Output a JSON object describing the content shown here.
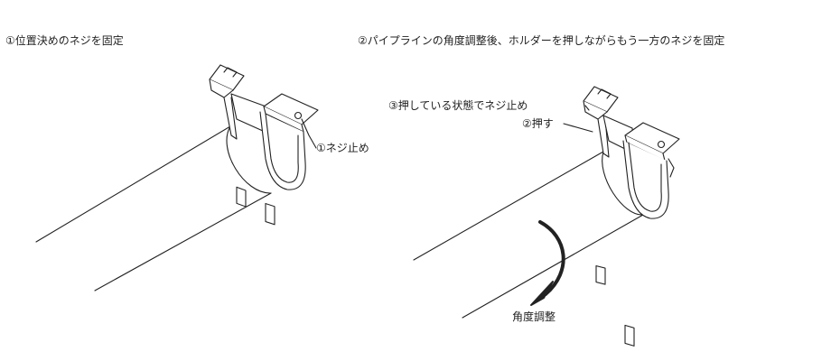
{
  "steps": {
    "step1_title": "①位置決めのネジを固定",
    "step2_title": "②パイプラインの角度調整後、ホルダーを押しながらもう一方のネジを固定"
  },
  "labels": {
    "screw_lock_1": "①ネジ止め",
    "screw_lock_3": "③押している状態でネジ止め",
    "push_2": "②押す",
    "angle_adjust": "角度調整"
  }
}
